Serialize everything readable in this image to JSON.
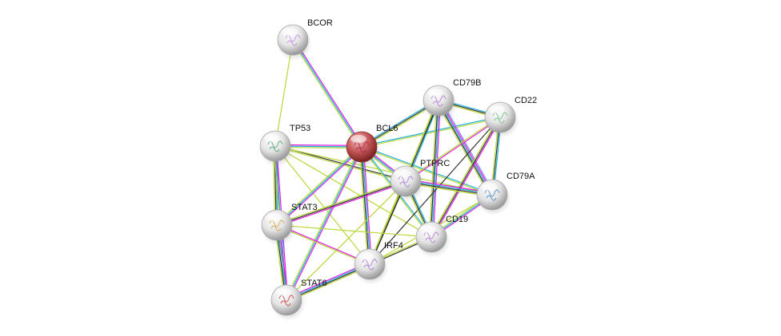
{
  "diagram": {
    "type": "protein-interaction-network",
    "edge_colors": {
      "magenta": "#e020e0",
      "cyan": "#20b0d8",
      "yellowgreen": "#b8d838",
      "black": "#333333",
      "lavender": "#9090f0"
    },
    "nodes": [
      {
        "id": "BCOR",
        "label": "BCOR",
        "color": "#e8e8e8",
        "glyph": "#c080e0"
      },
      {
        "id": "BCL6",
        "label": "BCL6",
        "color": "#c86060",
        "glyph": "#a02050"
      },
      {
        "id": "TP53",
        "label": "TP53",
        "color": "#e8e8e8",
        "glyph": "#40a060"
      },
      {
        "id": "CD79B",
        "label": "CD79B",
        "color": "#e8e8e8",
        "glyph": "#b070d0"
      },
      {
        "id": "CD22",
        "label": "CD22",
        "color": "#e8e8e8",
        "glyph": "#60c080"
      },
      {
        "id": "PTPRC",
        "label": "PTPRC",
        "color": "#e8e8e8",
        "glyph": "#a070d0"
      },
      {
        "id": "CD79A",
        "label": "CD79A",
        "color": "#e8e8e8",
        "glyph": "#4080c0"
      },
      {
        "id": "STAT3",
        "label": "STAT3",
        "color": "#e8e8e8",
        "glyph": "#d0a030"
      },
      {
        "id": "CD19",
        "label": "CD19",
        "color": "#e8e8e8",
        "glyph": "#b070d0"
      },
      {
        "id": "IRF4",
        "label": "IRF4",
        "color": "#e8e8e8",
        "glyph": "#a070d0"
      },
      {
        "id": "STAT6",
        "label": "STAT6",
        "color": "#e8e8e8",
        "glyph": "#d03030"
      }
    ],
    "edges": [
      {
        "source": "BCOR",
        "target": "TP53",
        "types": [
          "yellowgreen"
        ]
      },
      {
        "source": "BCOR",
        "target": "BCL6",
        "types": [
          "magenta",
          "cyan",
          "yellowgreen"
        ]
      },
      {
        "source": "TP53",
        "target": "BCL6",
        "types": [
          "magenta",
          "cyan",
          "yellowgreen"
        ]
      },
      {
        "source": "TP53",
        "target": "PTPRC",
        "types": [
          "black",
          "yellowgreen"
        ]
      },
      {
        "source": "TP53",
        "target": "STAT3",
        "types": [
          "magenta",
          "cyan",
          "black",
          "yellowgreen"
        ]
      },
      {
        "source": "TP53",
        "target": "STAT6",
        "types": [
          "magenta",
          "cyan",
          "yellowgreen"
        ]
      },
      {
        "source": "TP53",
        "target": "IRF4",
        "types": [
          "yellowgreen"
        ]
      },
      {
        "source": "TP53",
        "target": "CD79A",
        "types": [
          "yellowgreen"
        ]
      },
      {
        "source": "TP53",
        "target": "CD19",
        "types": [
          "yellowgreen"
        ]
      },
      {
        "source": "BCL6",
        "target": "CD79B",
        "types": [
          "cyan",
          "black",
          "yellowgreen"
        ]
      },
      {
        "source": "BCL6",
        "target": "CD22",
        "types": [
          "cyan",
          "yellowgreen"
        ]
      },
      {
        "source": "BCL6",
        "target": "PTPRC",
        "types": [
          "magenta",
          "cyan",
          "yellowgreen"
        ]
      },
      {
        "source": "BCL6",
        "target": "CD79A",
        "types": [
          "cyan",
          "yellowgreen"
        ]
      },
      {
        "source": "BCL6",
        "target": "STAT3",
        "types": [
          "magenta",
          "cyan",
          "yellowgreen"
        ]
      },
      {
        "source": "BCL6",
        "target": "STAT6",
        "types": [
          "magenta",
          "cyan",
          "yellowgreen"
        ]
      },
      {
        "source": "BCL6",
        "target": "IRF4",
        "types": [
          "magenta",
          "cyan",
          "black",
          "yellowgreen"
        ]
      },
      {
        "source": "BCL6",
        "target": "CD19",
        "types": [
          "cyan",
          "yellowgreen"
        ]
      },
      {
        "source": "CD79B",
        "target": "CD22",
        "types": [
          "cyan",
          "black",
          "yellowgreen"
        ]
      },
      {
        "source": "CD79B",
        "target": "PTPRC",
        "types": [
          "cyan",
          "black",
          "yellowgreen"
        ]
      },
      {
        "source": "CD79B",
        "target": "CD79A",
        "types": [
          "lavender",
          "magenta",
          "cyan",
          "black",
          "yellowgreen"
        ]
      },
      {
        "source": "CD79B",
        "target": "CD19",
        "types": [
          "magenta",
          "cyan",
          "black",
          "yellowgreen"
        ]
      },
      {
        "source": "CD79B",
        "target": "IRF4",
        "types": [
          "black",
          "yellowgreen"
        ]
      },
      {
        "source": "CD22",
        "target": "PTPRC",
        "types": [
          "magenta",
          "yellowgreen"
        ]
      },
      {
        "source": "CD22",
        "target": "CD79A",
        "types": [
          "cyan",
          "black",
          "yellowgreen"
        ]
      },
      {
        "source": "CD22",
        "target": "CD19",
        "types": [
          "magenta",
          "black",
          "yellowgreen"
        ]
      },
      {
        "source": "CD22",
        "target": "IRF4",
        "types": [
          "black"
        ]
      },
      {
        "source": "PTPRC",
        "target": "CD79A",
        "types": [
          "magenta",
          "cyan",
          "black",
          "yellowgreen"
        ]
      },
      {
        "source": "PTPRC",
        "target": "CD19",
        "types": [
          "cyan",
          "black",
          "yellowgreen"
        ]
      },
      {
        "source": "PTPRC",
        "target": "IRF4",
        "types": [
          "black",
          "yellowgreen"
        ]
      },
      {
        "source": "PTPRC",
        "target": "STAT3",
        "types": [
          "magenta",
          "black",
          "yellowgreen"
        ]
      },
      {
        "source": "PTPRC",
        "target": "STAT6",
        "types": [
          "yellowgreen"
        ]
      },
      {
        "source": "CD79A",
        "target": "CD19",
        "types": [
          "magenta",
          "cyan",
          "yellowgreen"
        ]
      },
      {
        "source": "CD79A",
        "target": "IRF4",
        "types": [
          "yellowgreen"
        ]
      },
      {
        "source": "CD19",
        "target": "IRF4",
        "types": [
          "black",
          "yellowgreen"
        ]
      },
      {
        "source": "CD19",
        "target": "STAT3",
        "types": [
          "yellowgreen"
        ]
      },
      {
        "source": "STAT3",
        "target": "STAT6",
        "types": [
          "magenta",
          "cyan",
          "black",
          "yellowgreen"
        ]
      },
      {
        "source": "STAT3",
        "target": "IRF4",
        "types": [
          "magenta",
          "yellowgreen"
        ]
      },
      {
        "source": "STAT6",
        "target": "IRF4",
        "types": [
          "magenta",
          "cyan",
          "black",
          "yellowgreen"
        ]
      }
    ]
  }
}
